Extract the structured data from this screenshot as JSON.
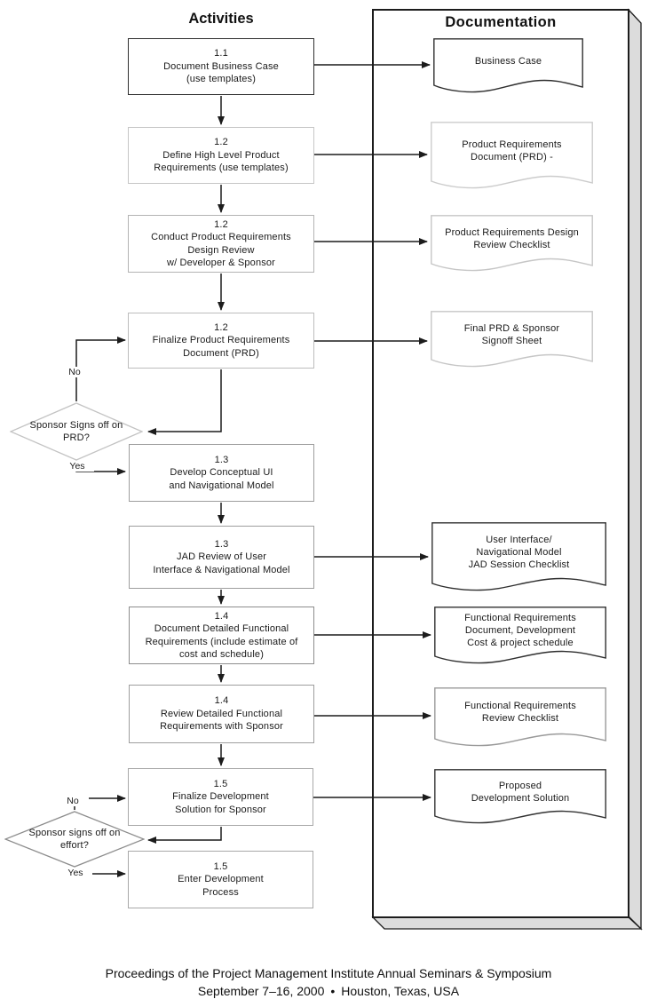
{
  "headers": {
    "activities": "Activities",
    "documentation": "Documentation"
  },
  "activities": [
    {
      "text": "1.1\nDocument Business Case\n(use templates)",
      "border": "#2f2f2f"
    },
    {
      "text": "1.2\nDefine High Level Product\nRequirements (use templates)",
      "border": "#c6c6c6"
    },
    {
      "text": "1.2\nConduct Product Requirements\nDesign Review\nw/ Developer & Sponsor",
      "border": "#b3b3b3"
    },
    {
      "text": "1.2\nFinalize Product Requirements\nDocument (PRD)",
      "border": "#bdbdbd"
    },
    {
      "text": "1.3\nDevelop Conceptual UI\nand Navigational Model",
      "border": "#9e9e9e"
    },
    {
      "text": "1.3\nJAD Review of User\nInterface & Navigational Model",
      "border": "#9e9e9e"
    },
    {
      "text": "1.4\nDocument Detailed Functional\nRequirements (include estimate of\ncost and schedule)",
      "border": "#8d8d8d"
    },
    {
      "text": "1.4\nReview Detailed Functional\nRequirements with Sponsor",
      "border": "#9e9e9e"
    },
    {
      "text": "1.5\nFinalize Development\nSolution for Sponsor",
      "border": "#a8a8a8"
    },
    {
      "text": "1.5\nEnter Development\nProcess",
      "border": "#a8a8a8"
    }
  ],
  "decisions": [
    {
      "text": "Sponsor Signs off on\nPRD?",
      "no": "No",
      "yes": "Yes",
      "border": "#c3c3c3"
    },
    {
      "text": "Sponsor signs off on\neffort?",
      "no": "No",
      "yes": "Yes",
      "border": "#8d8d8d"
    }
  ],
  "documents": [
    {
      "text": "Business Case",
      "border": "#2f2f2f"
    },
    {
      "text": "Product Requirements\nDocument (PRD) -",
      "border": "#cccccc"
    },
    {
      "text": "Product Requirements Design\nReview Checklist",
      "border": "#c6c6c6"
    },
    {
      "text": "Final PRD & Sponsor\nSignoff Sheet",
      "border": "#c6c6c6"
    },
    {
      "text": "User Interface/\nNavigational Model\nJAD Session Checklist",
      "border": "#2f2f2f"
    },
    {
      "text": "Functional Requirements\nDocument, Development\nCost & project schedule",
      "border": "#2f2f2f"
    },
    {
      "text": "Functional Requirements\nReview Checklist",
      "border": "#999999"
    },
    {
      "text": "Proposed\nDevelopment Solution",
      "border": "#333333"
    }
  ],
  "footer": {
    "line1": "Proceedings of the Project Management Institute Annual Seminars & Symposium",
    "line2": "September 7–16, 2000 • Houston, Texas, USA"
  }
}
